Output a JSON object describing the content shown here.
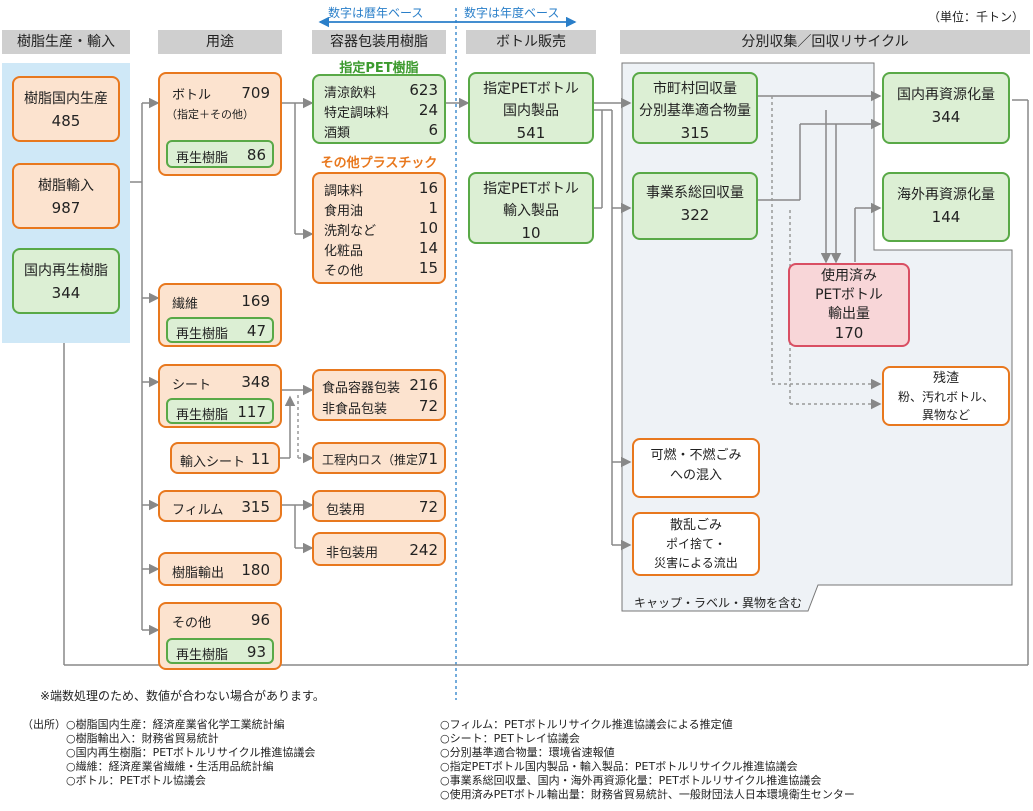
{
  "unit": "（単位：千トン）",
  "topnote": {
    "left": "数字は暦年ベース",
    "right": "数字は年度ベース"
  },
  "headers": {
    "production": "樹脂生産・輸入",
    "usage": "用途",
    "container": "容器包装用樹脂",
    "bottle_sales": "ボトル販売",
    "collection": "分別収集／回収リサイクル"
  },
  "source_boxes": [
    {
      "label": "樹脂国内生産",
      "value": "485"
    },
    {
      "label": "樹脂輸入",
      "value": "987"
    },
    {
      "label": "国内再生樹脂",
      "value": "344"
    }
  ],
  "usage": {
    "bottle": {
      "label": "ボトル",
      "sub": "（指定＋その他）",
      "value": "709",
      "recycled_label": "再生樹脂",
      "recycled_value": "86"
    },
    "fiber": {
      "label": "繊維",
      "value": "169",
      "recycled_label": "再生樹脂",
      "recycled_value": "47"
    },
    "sheet": {
      "label": "シート",
      "value": "348",
      "recycled_label": "再生樹脂",
      "recycled_value": "117"
    },
    "import_sheet": {
      "label": "輸入シート",
      "value": "11"
    },
    "film": {
      "label": "フィルム",
      "value": "315"
    },
    "export": {
      "label": "樹脂輸出",
      "value": "180"
    },
    "other": {
      "label": "その他",
      "value": "96",
      "recycled_label": "再生樹脂",
      "recycled_value": "93"
    }
  },
  "container": {
    "pet_title": "指定PET樹脂",
    "pet_items": [
      {
        "label": "清涼飲料",
        "value": "623"
      },
      {
        "label": "特定調味料",
        "value": "24"
      },
      {
        "label": "酒類",
        "value": "6"
      }
    ],
    "other_title": "その他プラスチック",
    "other_items": [
      {
        "label": "調味料",
        "value": "16"
      },
      {
        "label": "食用油",
        "value": "1"
      },
      {
        "label": "洗剤など",
        "value": "10"
      },
      {
        "label": "化粧品",
        "value": "14"
      },
      {
        "label": "その他",
        "value": "15"
      }
    ],
    "food_pack": {
      "label": "食品容器包装",
      "value": "216"
    },
    "nonfood_pack": {
      "label": "非食品包装",
      "value": "72"
    },
    "process_loss": {
      "label": "工程内ロス（推定）",
      "value": "71"
    },
    "packaging": {
      "label": "包装用",
      "value": "72"
    },
    "nonpackaging": {
      "label": "非包装用",
      "value": "242"
    }
  },
  "bottle_sales": {
    "domestic": {
      "line1": "指定PETボトル",
      "line2": "国内製品",
      "value": "541"
    },
    "imported": {
      "line1": "指定PETボトル",
      "line2": "輸入製品",
      "value": "10"
    }
  },
  "collection": {
    "municipal": {
      "line1": "市町村回収量",
      "line2": "分別基準適合物量",
      "value": "315"
    },
    "business": {
      "line1": "事業系総回収量",
      "value": "322"
    },
    "domestic_recycle": {
      "label": "国内再資源化量",
      "value": "344"
    },
    "overseas_recycle": {
      "label": "海外再資源化量",
      "value": "144"
    },
    "used_export": {
      "line1": "使用済み",
      "line2": "PETボトル",
      "line3": "輸出量",
      "value": "170"
    },
    "residue": {
      "line1": "残渣",
      "line2": "粉、汚れボトル、",
      "line3": "異物など"
    },
    "combustible": {
      "line1": "可燃・不燃ごみ",
      "line2": "への混入"
    },
    "litter": {
      "line1": "散乱ごみ",
      "line2": "ポイ捨て・",
      "line3": "災害による流出"
    },
    "region_note": "キャップ・ラベル・異物を含む"
  },
  "footnote": "※端数処理のため、数値が合わない場合があります。",
  "sources_label": "（出所）",
  "sources_left": [
    "○樹脂国内生産：経済産業省化学工業統計編",
    "○樹脂輸出入：財務省貿易統計",
    "○国内再生樹脂：PETボトルリサイクル推進協議会",
    "○繊維：経済産業省繊維・生活用品統計編",
    "○ボトル：PETボトル協議会"
  ],
  "sources_right": [
    "○フィルム：PETボトルリサイクル推進協議会による推定値",
    "○シート：PETトレイ協議会",
    "○分別基準適合物量：環境省速報値",
    "○指定PETボトル国内製品・輸入製品：PETボトルリサイクル推進協議会",
    "○事業系総回収量、国内・海外再資源化量：PETボトルリサイクル推進協議会",
    "○使用済みPETボトル輸出量：財務省貿易統計、一般財団法人日本環境衛生センター"
  ]
}
